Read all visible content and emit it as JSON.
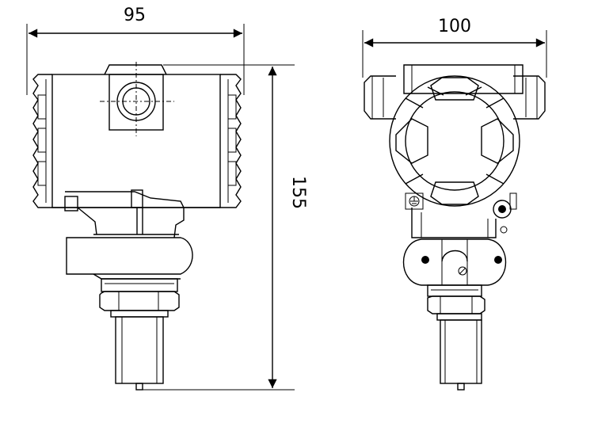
{
  "dimensions": {
    "side_width": "95",
    "front_width": "100",
    "height": "155"
  },
  "colors": {
    "line": "#000000",
    "background": "#ffffff"
  }
}
